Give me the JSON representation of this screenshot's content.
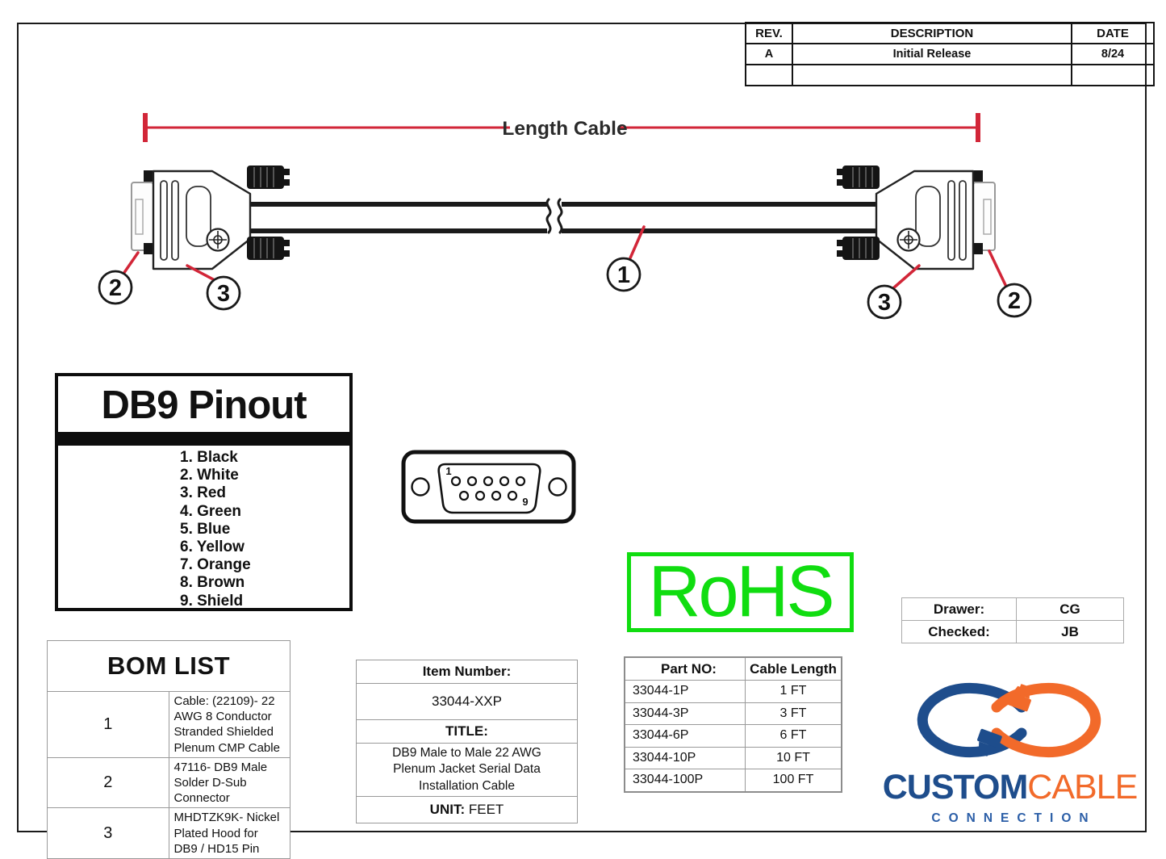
{
  "revision_table": {
    "rev_header": "REV.",
    "description_header": "DESCRIPTION",
    "date_header": "DATE",
    "rows": [
      {
        "rev": "A",
        "description": "Initial Release",
        "date": "8/24"
      },
      {
        "rev": "",
        "description": "",
        "date": ""
      }
    ]
  },
  "diagram": {
    "dimension_label": "Length Cable",
    "callout_cable": "1",
    "callout_connector_left": "2",
    "callout_hood_left": "3",
    "callout_hood_right": "3",
    "callout_connector_right": "2",
    "db9_face_pin1": "1",
    "db9_face_pin9": "9",
    "leader_color": "#d22638"
  },
  "pinout": {
    "title": "DB9 Pinout",
    "pins": [
      "1. Black",
      "2. White",
      "3. Red",
      "4. Green",
      "5. Blue",
      "6. Yellow",
      "7. Orange",
      "8. Brown",
      "9. Shield"
    ]
  },
  "rohs": {
    "label": "RoHS",
    "color": "#10dd10"
  },
  "approval": {
    "drawer_label": "Drawer:",
    "drawer_value": "CG",
    "checked_label": "Checked:",
    "checked_value": "JB"
  },
  "bom": {
    "title": "BOM LIST",
    "rows": [
      {
        "num": "1",
        "desc": "Cable: (22109)- 22 AWG 8 Conductor Stranded Shielded Plenum CMP Cable"
      },
      {
        "num": "2",
        "desc": "47116- DB9 Male Solder D-Sub Connector"
      },
      {
        "num": "3",
        "desc": "MHDTZK9K- Nickel Plated Hood for DB9 / HD15 Pin"
      }
    ]
  },
  "item_box": {
    "item_number_label": "Item Number:",
    "item_number": "33044-XXP",
    "title_label": "TITLE:",
    "title": "DB9 Male to Male 22 AWG Plenum Jacket Serial Data Installation Cable",
    "unit_label": "UNIT:",
    "unit_value": "FEET"
  },
  "part_table": {
    "part_header": "Part NO:",
    "length_header": "Cable Length",
    "rows": [
      {
        "part": "33044-1P",
        "length": "1 FT"
      },
      {
        "part": "33044-3P",
        "length": "3 FT"
      },
      {
        "part": "33044-6P",
        "length": "6 FT"
      },
      {
        "part": "33044-10P",
        "length": "10 FT"
      },
      {
        "part": "33044-100P",
        "length": "100 FT"
      }
    ]
  },
  "logo": {
    "word_custom": "CUSTOM",
    "word_cable": "CABLE",
    "word_connection": "CONNECTION",
    "blue": "#1e4d8c",
    "orange": "#f26a2a"
  }
}
